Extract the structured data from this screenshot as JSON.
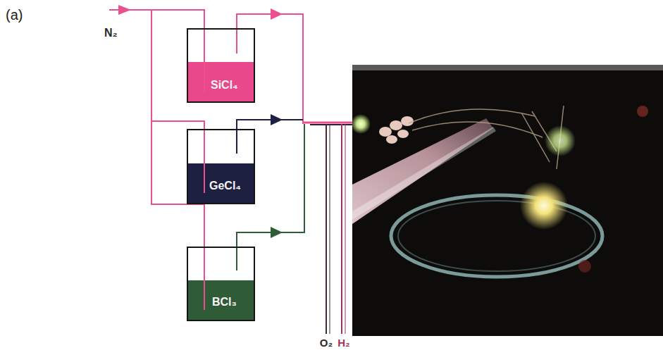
{
  "diagram": {
    "nodes": [
      {
        "text": [
          "SiCl₄"
        ]
      },
      {
        "text": [
          "GeCl₄"
        ]
      },
      {
        "text": [
          "BCl₃"
        ]
      }
    ],
    "labels": [
      "(a)",
      "N₂",
      "O₂",
      "H₂"
    ]
  }
}
